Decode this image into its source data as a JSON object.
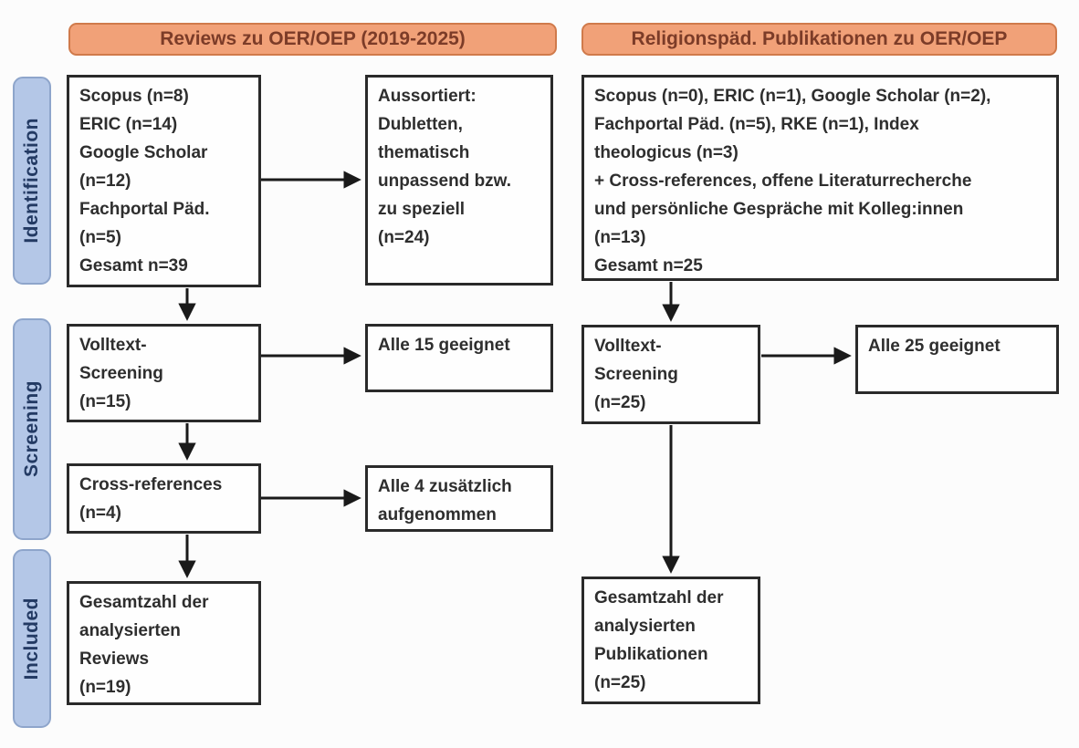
{
  "diagram": {
    "left": {
      "header": "Reviews zu OER/OEP (2019-2025)",
      "boxes": {
        "sources": {
          "lines": [
            "Scopus (n=8)",
            "ERIC (n=14)",
            "Google Scholar",
            "(n=12)",
            "Fachportal Päd.",
            "(n=5)",
            "Gesamt n=39"
          ]
        },
        "sorted_out": {
          "lines": [
            "Aussortiert:",
            "Dubletten,",
            "thematisch",
            "unpassend bzw.",
            "zu speziell",
            "(n=24)"
          ]
        },
        "fulltext": {
          "lines": [
            "Volltext-",
            "Screening",
            "(n=15)"
          ]
        },
        "fulltext_result": {
          "lines": [
            "Alle 15 geeignet"
          ]
        },
        "crossref": {
          "lines": [
            "Cross-references",
            "(n=4)"
          ]
        },
        "crossref_result": {
          "lines": [
            "Alle 4 zusätzlich",
            "aufgenommen"
          ]
        },
        "included": {
          "lines": [
            "Gesamtzahl der",
            "analysierten",
            "Reviews",
            "(n=19)"
          ]
        }
      }
    },
    "right": {
      "header": "Religionspäd. Publikationen zu OER/OEP",
      "boxes": {
        "sources": {
          "lines": [
            "Scopus (n=0), ERIC (n=1), Google Scholar (n=2),",
            "Fachportal Päd. (n=5), RKE (n=1), Index",
            "theologicus (n=3)",
            "+ Cross-references, offene Literaturrecherche",
            "und persönliche Gespräche mit Kolleg:innen",
            "(n=13)",
            "Gesamt n=25"
          ]
        },
        "fulltext": {
          "lines": [
            "Volltext-",
            "Screening",
            "(n=25)"
          ]
        },
        "fulltext_result": {
          "lines": [
            "Alle 25 geeignet"
          ]
        },
        "included": {
          "lines": [
            "Gesamtzahl der",
            "analysierten",
            "Publikationen",
            "(n=25)"
          ]
        }
      }
    },
    "stages": [
      {
        "label": "Identification"
      },
      {
        "label": "Screening"
      },
      {
        "label": "Included"
      }
    ],
    "colors": {
      "header_fill": "#f1a178",
      "header_border": "#d07a4b",
      "header_text": "#7c3c28",
      "stage_fill": "#b4c7e7",
      "stage_border": "#8ea5cb",
      "stage_text": "#233a63",
      "box_border": "#2a2a2a",
      "box_text": "#2e2e2e",
      "arrow": "#1a1a1a"
    }
  }
}
